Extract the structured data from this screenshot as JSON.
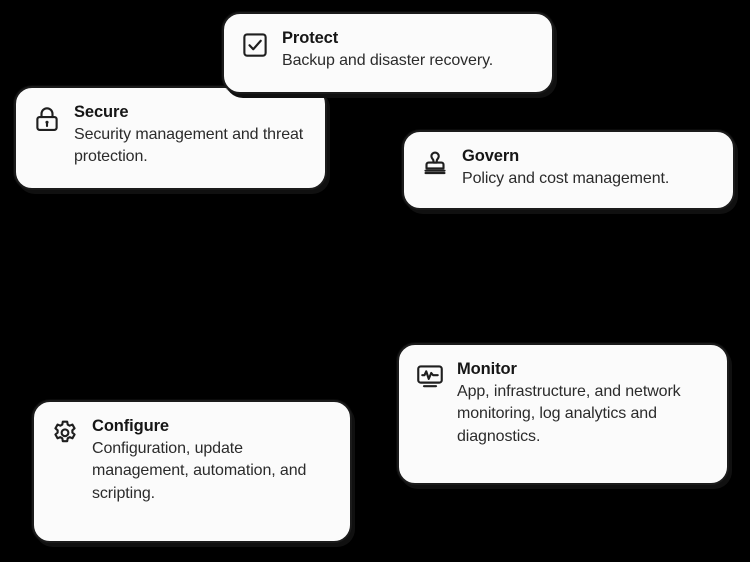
{
  "background_color": "#000000",
  "card_background_color": "#fbfbfb",
  "card_border_color": "#1b1b1b",
  "text_color": "#1f1f1f",
  "cards": [
    {
      "id": "protect",
      "icon": "checkbox-checked-icon",
      "title": "Protect",
      "description": "Backup and disaster recovery."
    },
    {
      "id": "secure",
      "icon": "lock-icon",
      "title": "Secure",
      "description": "Security management and threat protection."
    },
    {
      "id": "govern",
      "icon": "stamp-icon",
      "title": "Govern",
      "description": "Policy and cost management."
    },
    {
      "id": "monitor",
      "icon": "monitor-pulse-icon",
      "title": "Monitor",
      "description": "App, infrastructure, and network monitoring, log analytics and diagnostics."
    },
    {
      "id": "configure",
      "icon": "gear-icon",
      "title": "Configure",
      "description": "Configuration, update management, automation, and scripting."
    }
  ]
}
